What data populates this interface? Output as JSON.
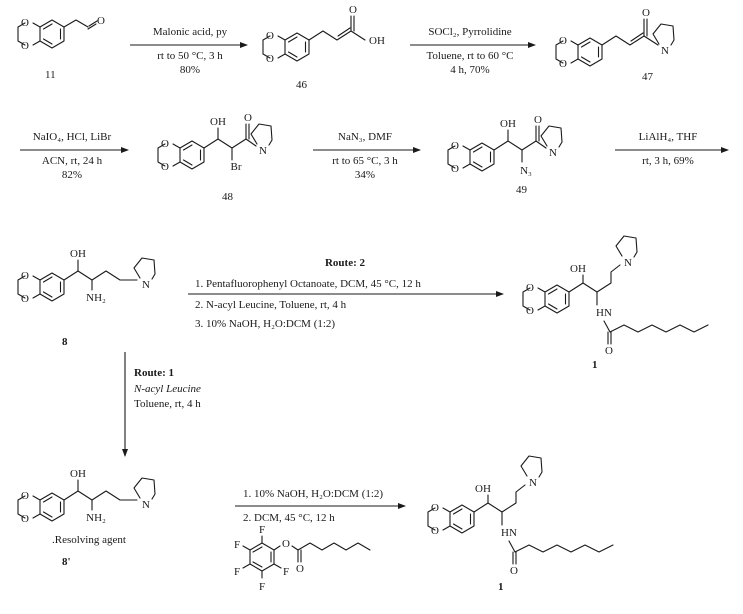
{
  "compounds": {
    "c11": "11",
    "c46": "46",
    "c47": "47",
    "c48": "48",
    "c49": "49",
    "c8": "8",
    "c8p": "8'",
    "c1a": "1",
    "c1b": "1",
    "resolving": ".Resolving agent"
  },
  "steps": {
    "s1": {
      "line1": "Malonic acid, py",
      "line2": "rt to 50 °C, 3 h",
      "yield": "80%"
    },
    "s2": {
      "line1": "SOCl₂, Pyrrolidine",
      "line2": "Toluene, rt to 60 °C",
      "line3": "4 h, 70%"
    },
    "s3": {
      "line1": "NaIO₄, HCl, LiBr",
      "line2": "ACN, rt, 24 h",
      "yield": "82%"
    },
    "s4": {
      "line1": "NaN₃, DMF",
      "line2": "rt to 65 °C, 3 h",
      "yield": "34%"
    },
    "s5": {
      "line1": "LiAlH₄, THF",
      "line2": "rt, 3 h, 69%"
    },
    "route2": {
      "title": "Route: 2",
      "line1": "1. Pentafluorophenyl Octanoate, DCM, 45 °C, 12 h",
      "line2": "2. N-acyl Leucine, Toluene, rt, 4 h",
      "line3": "3. 10% NaOH, H₂O:DCM (1:2)"
    },
    "route1": {
      "title": "Route: 1",
      "line1": "N-acyl Leucine",
      "line2": "Toluene, rt, 4 h"
    },
    "final": {
      "line1": "1. 10% NaOH, H₂O:DCM (1:2)",
      "line2": "2. DCM, 45 °C, 12 h"
    }
  },
  "atoms": {
    "O": "O",
    "OH": "OH",
    "N": "N",
    "NH2": "NH₂",
    "HN": "HN",
    "Br": "Br",
    "N3": "N₃",
    "F": "F"
  }
}
